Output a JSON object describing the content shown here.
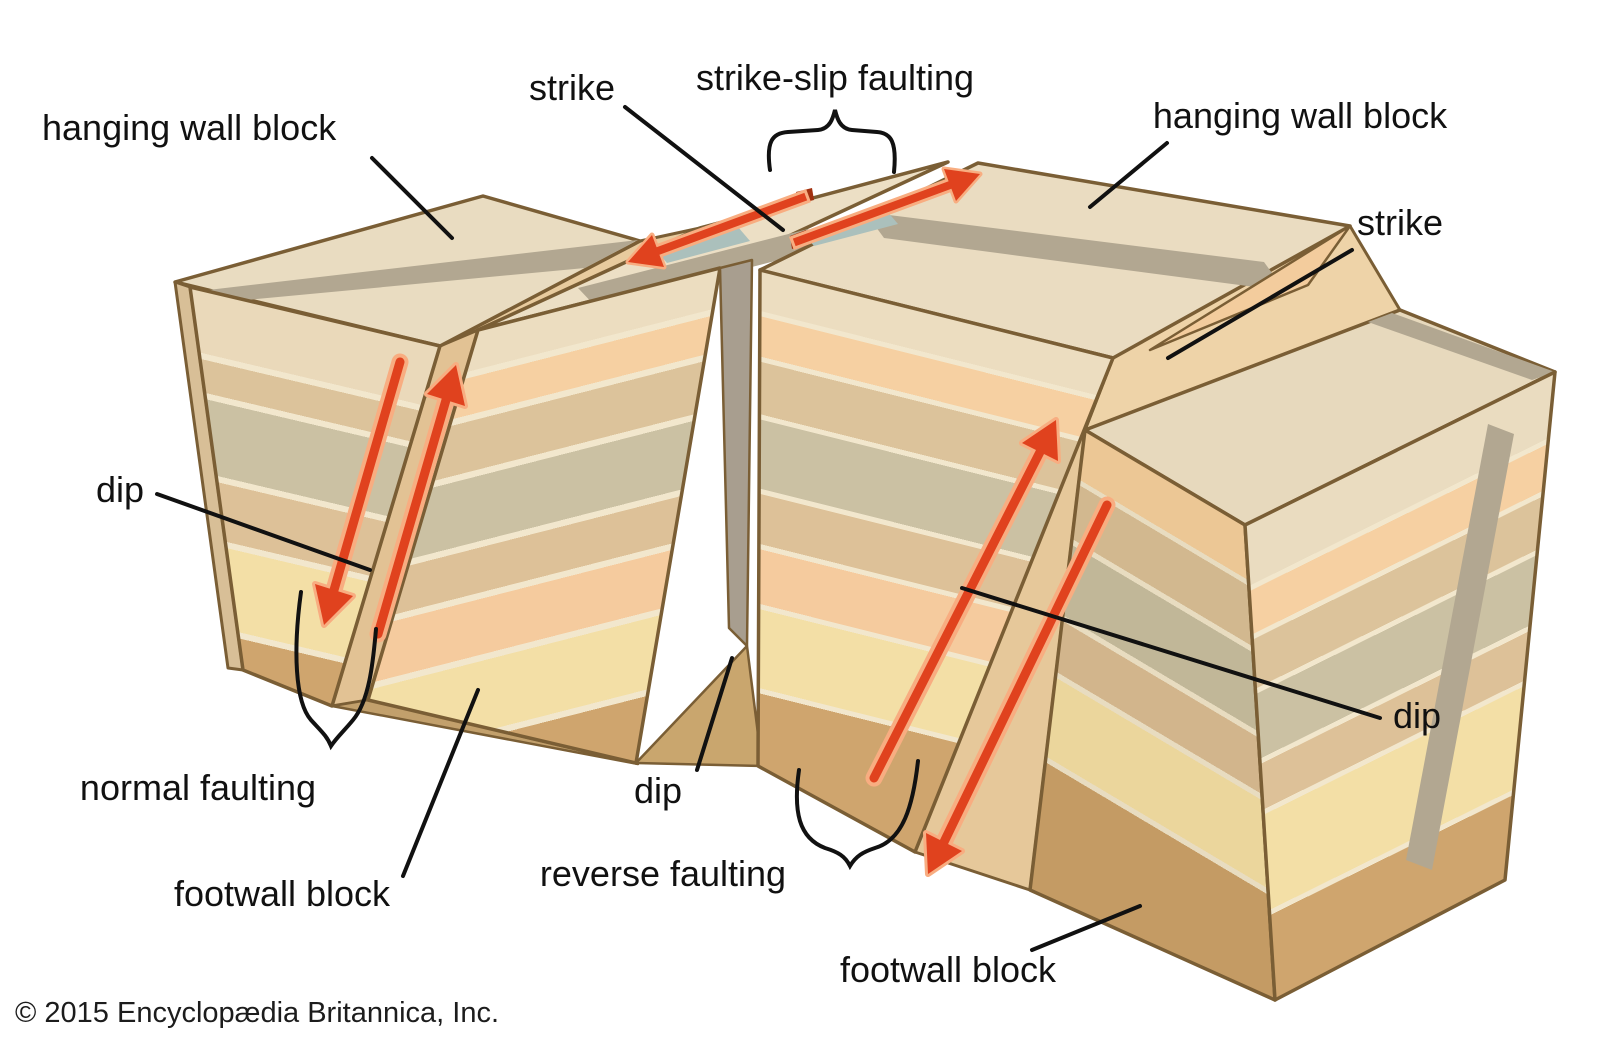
{
  "diagram": {
    "title_semantic": "types of faulting block diagram",
    "labels": {
      "hanging_wall_left": "hanging wall block",
      "strike_top": "strike",
      "strike_slip_faulting": "strike-slip faulting",
      "hanging_wall_right": "hanging wall block",
      "strike_right": "strike",
      "dip_left": "dip",
      "normal_faulting": "normal faulting",
      "footwall_left": "footwall block",
      "dip_center": "dip",
      "reverse_faulting": "reverse faulting",
      "dip_right": "dip",
      "footwall_bottom": "footwall block"
    },
    "copyright": "© 2015 Encyclopædia Britannica, Inc.",
    "colors": {
      "background": "#ffffff",
      "outline_brown": "#7a5e35",
      "leader_black": "#111111",
      "arrow_red": "#e0421e",
      "arrow_outline_peach": "#f8ad81",
      "arrow_dark_red": "#a2300f",
      "marker_stripe_gray": "#b2a791",
      "fault_sliver_gray": "#a89e8f",
      "offset_patch_bluegray": "#abc0bc",
      "top_face_cream": "#ecdfc5",
      "fault_plane_tan": "#e8cb9e",
      "layer_cream": "#ead9ba",
      "layer_peach": "#f6d0a2",
      "layer_tan": "#dcc39b",
      "layer_graygreen": "#cbc1a3",
      "layer_yellow": "#f3dfa6",
      "layer_darktan": "#cfa56e"
    }
  }
}
